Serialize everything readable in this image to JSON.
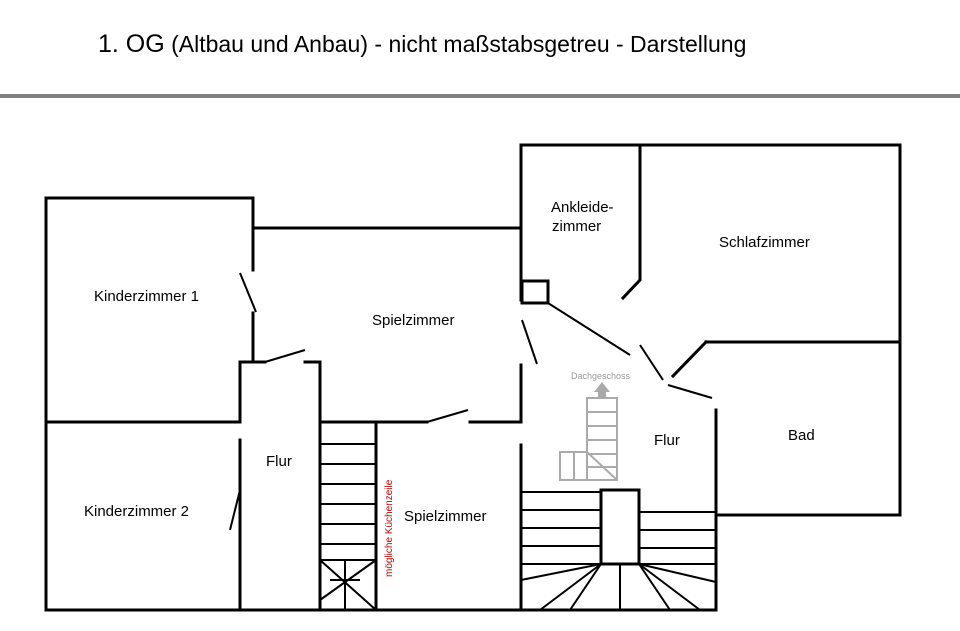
{
  "title": {
    "prefix": "1. OG",
    "rest": " (Altbau und Anbau) - nicht maßstabsgetreu - Darstellung"
  },
  "rooms": {
    "kinderzimmer1": "Kinderzimmer 1",
    "kinderzimmer2": "Kinderzimmer 2",
    "spielzimmer1": "Spielzimmer",
    "spielzimmer2": "Spielzimmer",
    "flur1": "Flur",
    "flur2": "Flur",
    "ankleide_line1": "Ankleide-",
    "ankleide_line2": "zimmer",
    "schlafzimmer": "Schlafzimmer",
    "bad": "Bad"
  },
  "annotations": {
    "kuechenzeile": "mögliche Küchenzeile",
    "dachgeschoss": "Dachgeschoss"
  },
  "colors": {
    "walls": "#000000",
    "divider": "#808080",
    "annotation_red": "#c00000",
    "stairs_gray": "#aaaaaa"
  }
}
